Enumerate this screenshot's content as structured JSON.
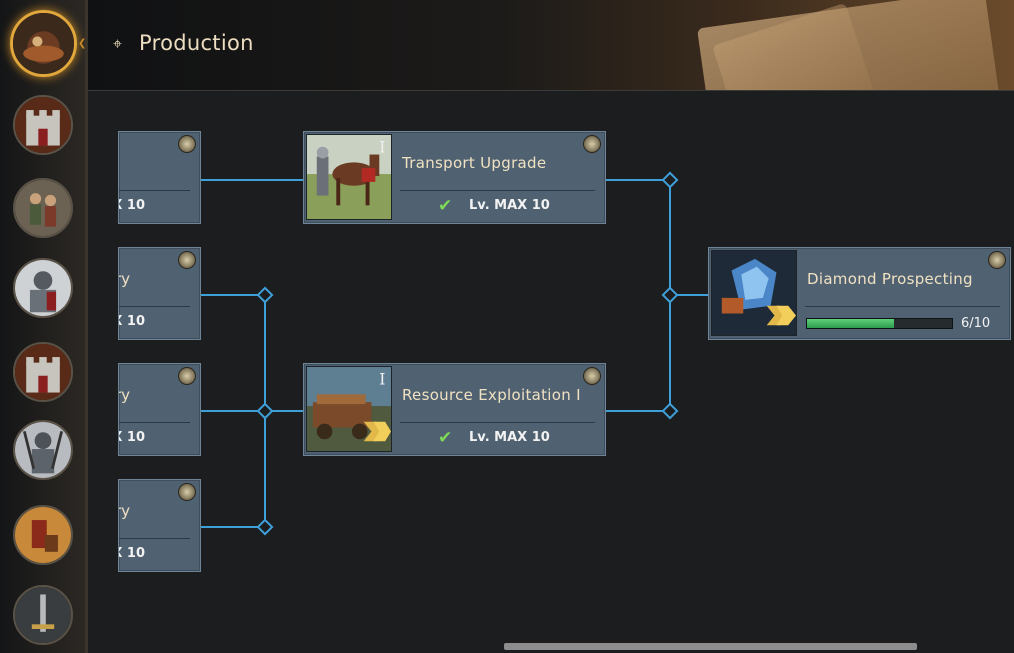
{
  "header": {
    "title": "Production"
  },
  "sidebar": {
    "items": [
      {
        "name": "production",
        "active": true
      },
      {
        "name": "castle-1",
        "active": false
      },
      {
        "name": "troops",
        "active": false
      },
      {
        "name": "knight",
        "active": false
      },
      {
        "name": "castle-2",
        "active": false
      },
      {
        "name": "armored-knight",
        "active": false
      },
      {
        "name": "tavern",
        "active": false
      },
      {
        "name": "swords",
        "active": false
      }
    ]
  },
  "tree": {
    "partial_cards": [
      {
        "name_fragment": "",
        "level_fragment": "X 10"
      },
      {
        "name_fragment": "ry",
        "level_fragment": "X 10"
      },
      {
        "name_fragment": "ery",
        "level_fragment": "X 10"
      },
      {
        "name_fragment": "astery",
        "level_fragment": "X 10"
      }
    ],
    "transport_upgrade": {
      "name": "Transport Upgrade",
      "level": "Lv. MAX 10",
      "roman": "I"
    },
    "resource_exploitation": {
      "name": "Resource Exploitation I",
      "level": "Lv. MAX 10",
      "roman": "I"
    },
    "diamond_prospecting": {
      "name": "Diamond Prospecting",
      "progress_text": "6/10",
      "progress_current": 6,
      "progress_max": 10
    }
  },
  "colors": {
    "connector": "#3f9fd8",
    "progress": "#3cb55e",
    "card_bg": "#506272",
    "active_ring": "#e1a73c"
  }
}
